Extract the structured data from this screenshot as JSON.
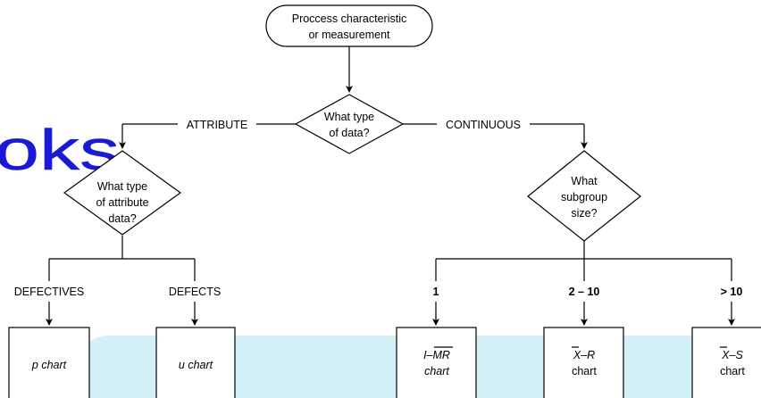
{
  "colors": {
    "watermark_blue": "#1a1ad6",
    "light_cyan": "#cdeef7",
    "line": "#000000"
  },
  "watermark": {
    "text": "oks"
  },
  "nodes": {
    "start": {
      "line1": "Proccess characteristic",
      "line2": "or measurement"
    },
    "data_type": {
      "line1": "What type",
      "line2": "of data?"
    },
    "attribute_type": {
      "line1": "What type",
      "line2": "of attribute",
      "line3": "data?"
    },
    "subgroup": {
      "line1": "What",
      "line2": "subgroup",
      "line3": "size?"
    }
  },
  "edges": {
    "attribute": "ATTRIBUTE",
    "continuous": "CONTINUOUS",
    "defectives": "DEFECTIVES",
    "defects": "DEFECTS",
    "size_1": "1",
    "size_2_10": "2 – 10",
    "size_gt_10": "> 10"
  },
  "charts": {
    "p": {
      "line1": "p chart"
    },
    "u": {
      "line1": "u chart"
    },
    "imr": {
      "line1": "I–MR",
      "line2": "chart"
    },
    "xr": {
      "line1": "X–R",
      "line2": "chart"
    },
    "xs": {
      "line1": "X–S",
      "line2": "chart"
    }
  }
}
